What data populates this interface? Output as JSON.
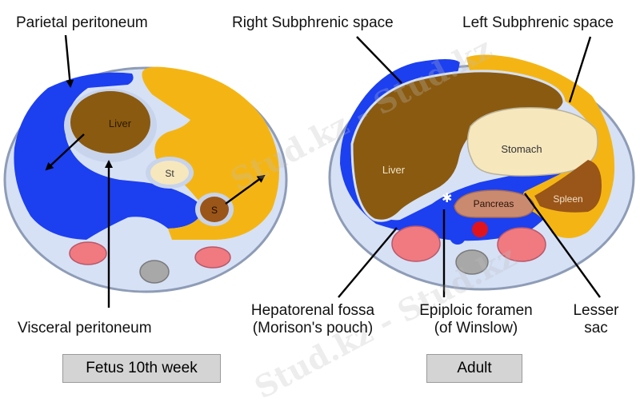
{
  "labels": {
    "parietal_peritoneum": "Parietal peritoneum",
    "visceral_peritoneum": "Visceral peritoneum",
    "right_subphrenic": "Right Subphrenic space",
    "left_subphrenic": "Left Subphrenic space",
    "hepatorenal_line1": "Hepatorenal fossa",
    "hepatorenal_line2": "(Morison's pouch)",
    "epiploic_line1": "Epiploic foramen",
    "epiploic_line2": "(of Winslow)",
    "lesser_sac_line1": "Lesser",
    "lesser_sac_line2": "sac"
  },
  "organs": {
    "fetus_liver": "Liver",
    "fetus_stomach": "St",
    "fetus_spleen": "S",
    "adult_liver": "Liver",
    "adult_stomach": "Stomach",
    "adult_pancreas": "Pancreas",
    "adult_spleen": "Spleen"
  },
  "captions": {
    "fetus": "Fetus 10th week",
    "adult": "Adult"
  },
  "watermark": "Stud.kz - Stud.kz",
  "colors": {
    "greater_sac": "#1c3ff0",
    "lesser_sac": "#f4b514",
    "liver": "#8a5a10",
    "stomach": "#f6e7bd",
    "spleen": "#9a5518",
    "pancreas": "#c98a70",
    "kidney": "#f07a80",
    "vertebra": "#a8a8a8",
    "cavity_bg": "#d6e1f6"
  }
}
